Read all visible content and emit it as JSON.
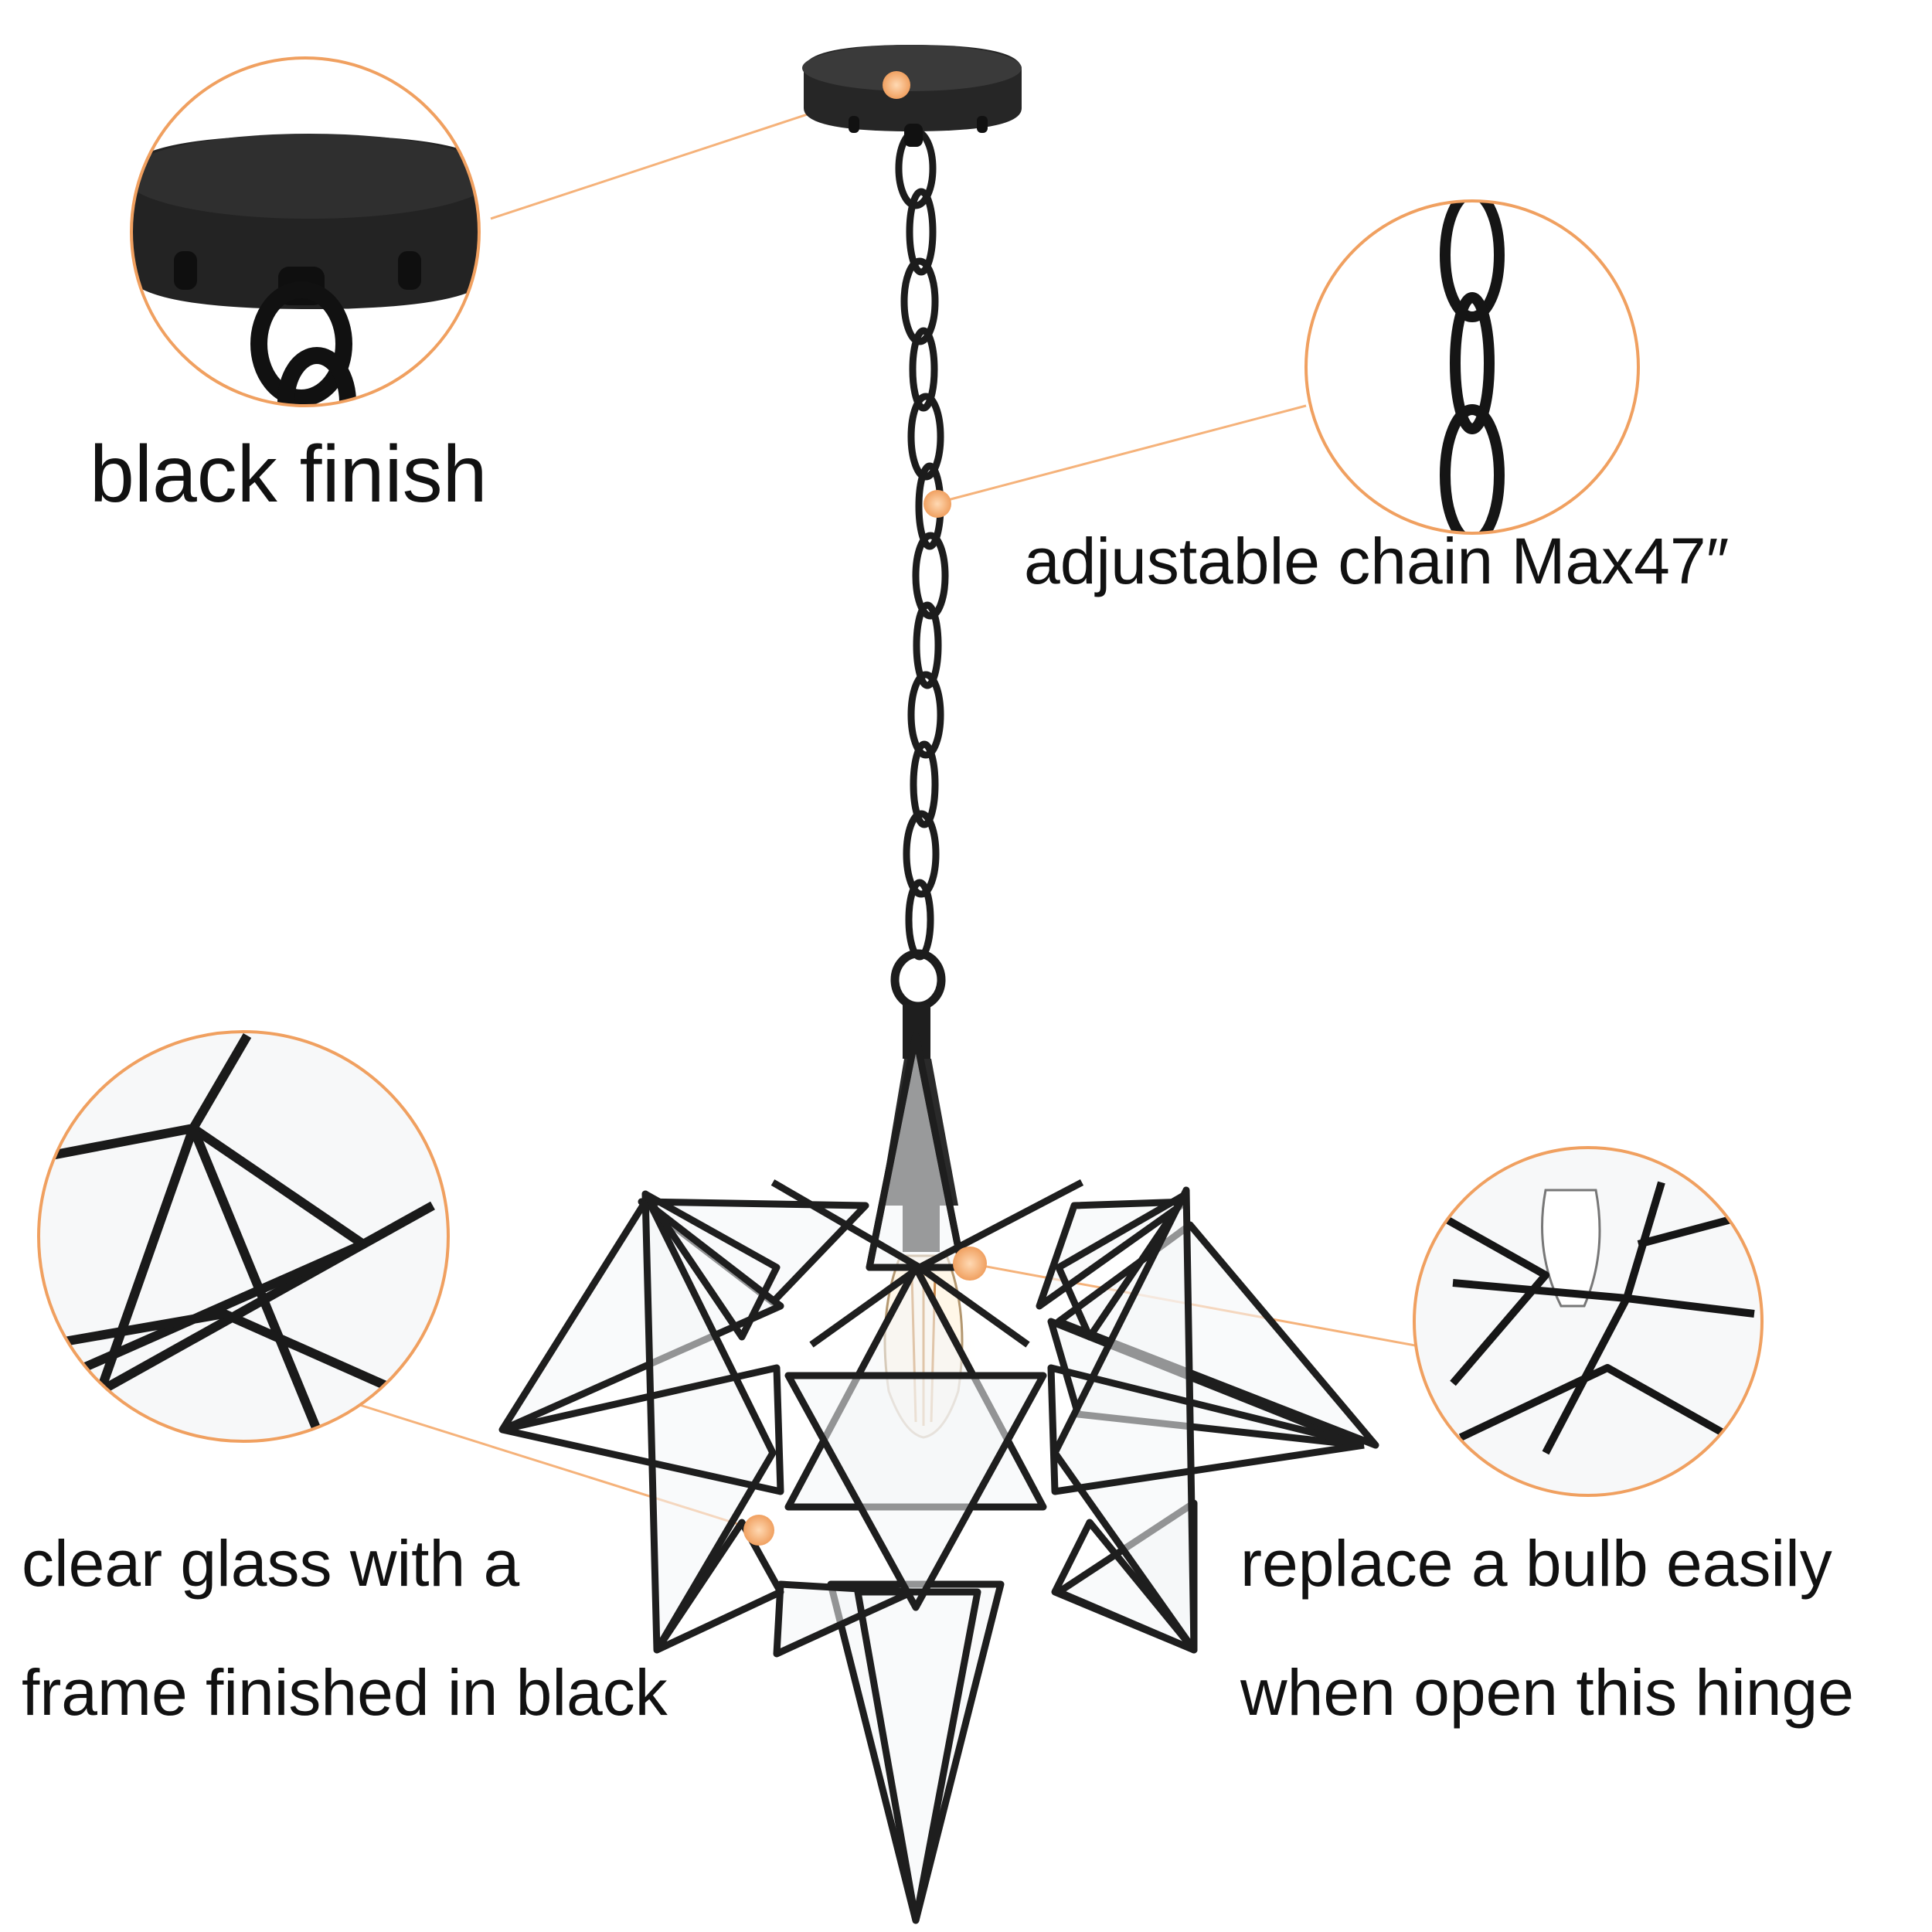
{
  "accent_color": "#f0a060",
  "frame_color": "#1e1e1e",
  "callouts": {
    "finish": {
      "label": "black finish"
    },
    "chain": {
      "label": "adjustable chain Max47″"
    },
    "glass": {
      "line1": "clear glass with a",
      "line2": "frame finished in black"
    },
    "bulb": {
      "line1": "replace a bulb easily",
      "line2": "when open this hinge"
    }
  },
  "icons": {
    "canopy": "ceiling-canopy-icon",
    "chain": "chain-icon",
    "lamp": "star-pendant-icon"
  }
}
